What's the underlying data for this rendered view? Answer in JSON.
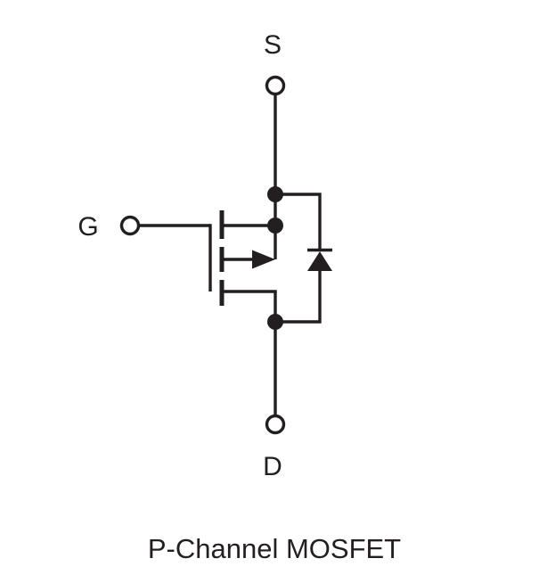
{
  "terminals": {
    "source": "S",
    "gate": "G",
    "drain": "D"
  },
  "caption": "P-Channel MOSFET",
  "colors": {
    "ink": "#231f20",
    "background": "#ffffff"
  }
}
